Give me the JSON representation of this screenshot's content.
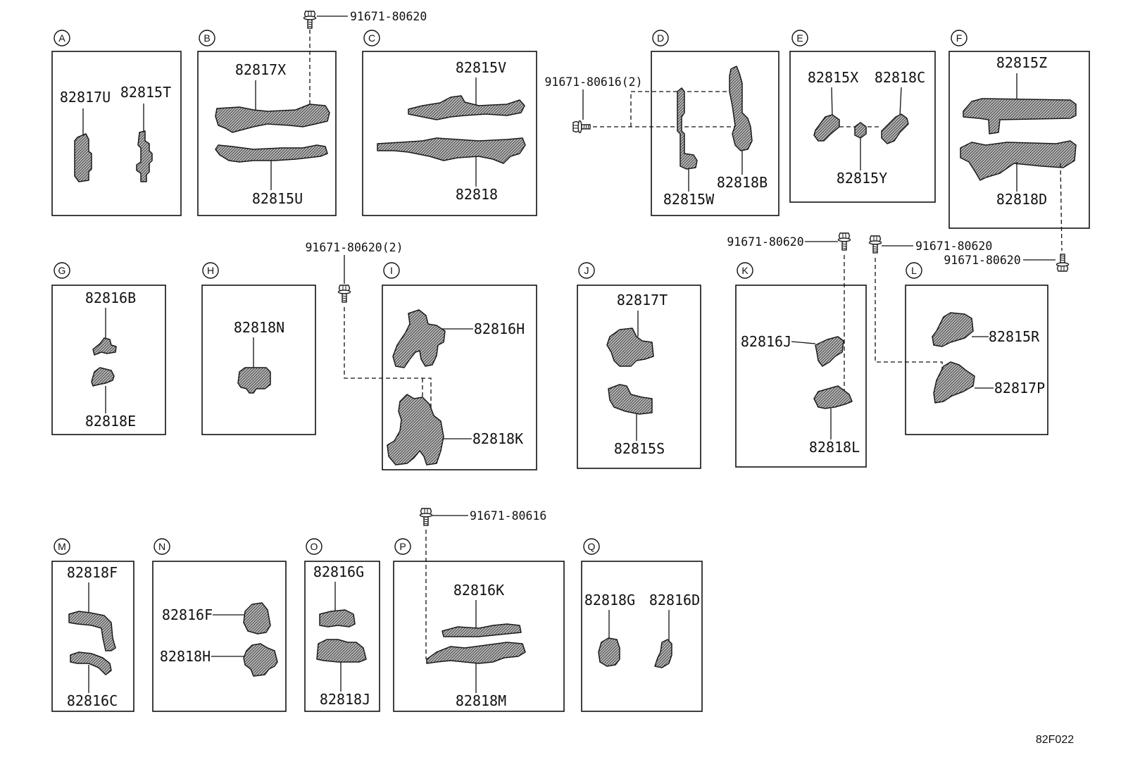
{
  "sections": {
    "A": {
      "letter": "A",
      "parts": [
        "82817U",
        "82815T"
      ]
    },
    "B": {
      "letter": "B",
      "parts": [
        "82817X",
        "82815U"
      ],
      "bolt": "91671-80620"
    },
    "C": {
      "letter": "C",
      "parts": [
        "82815V",
        "82818"
      ]
    },
    "D": {
      "letter": "D",
      "parts": [
        "82815W",
        "82818B"
      ],
      "bolt": "91671-80616(2)"
    },
    "E": {
      "letter": "E",
      "parts": [
        "82815X",
        "82818C",
        "82815Y"
      ]
    },
    "F": {
      "letter": "F",
      "parts": [
        "82815Z",
        "82818D"
      ],
      "bolt": "91671-80620"
    },
    "G": {
      "letter": "G",
      "parts": [
        "82816B",
        "82818E"
      ]
    },
    "H": {
      "letter": "H",
      "parts": [
        "82818N"
      ]
    },
    "I": {
      "letter": "I",
      "parts": [
        "82816H",
        "82818K"
      ],
      "bolt": "91671-80620(2)"
    },
    "J": {
      "letter": "J",
      "parts": [
        "82817T",
        "82815S"
      ]
    },
    "K": {
      "letter": "K",
      "parts": [
        "82816J",
        "82818L"
      ],
      "bolt": "91671-80620"
    },
    "L": {
      "letter": "L",
      "parts": [
        "82815R",
        "82817P"
      ],
      "bolt": "91671-80620"
    },
    "M": {
      "letter": "M",
      "parts": [
        "82818F",
        "82816C"
      ]
    },
    "N": {
      "letter": "N",
      "parts": [
        "82816F",
        "82818H"
      ]
    },
    "O": {
      "letter": "O",
      "parts": [
        "82816G",
        "82818J"
      ]
    },
    "P": {
      "letter": "P",
      "parts": [
        "82816K",
        "82818M"
      ],
      "bolt": "91671-80616"
    },
    "Q": {
      "letter": "Q",
      "parts": [
        "82818G",
        "82816D"
      ]
    }
  },
  "drawing_code": "82F022"
}
